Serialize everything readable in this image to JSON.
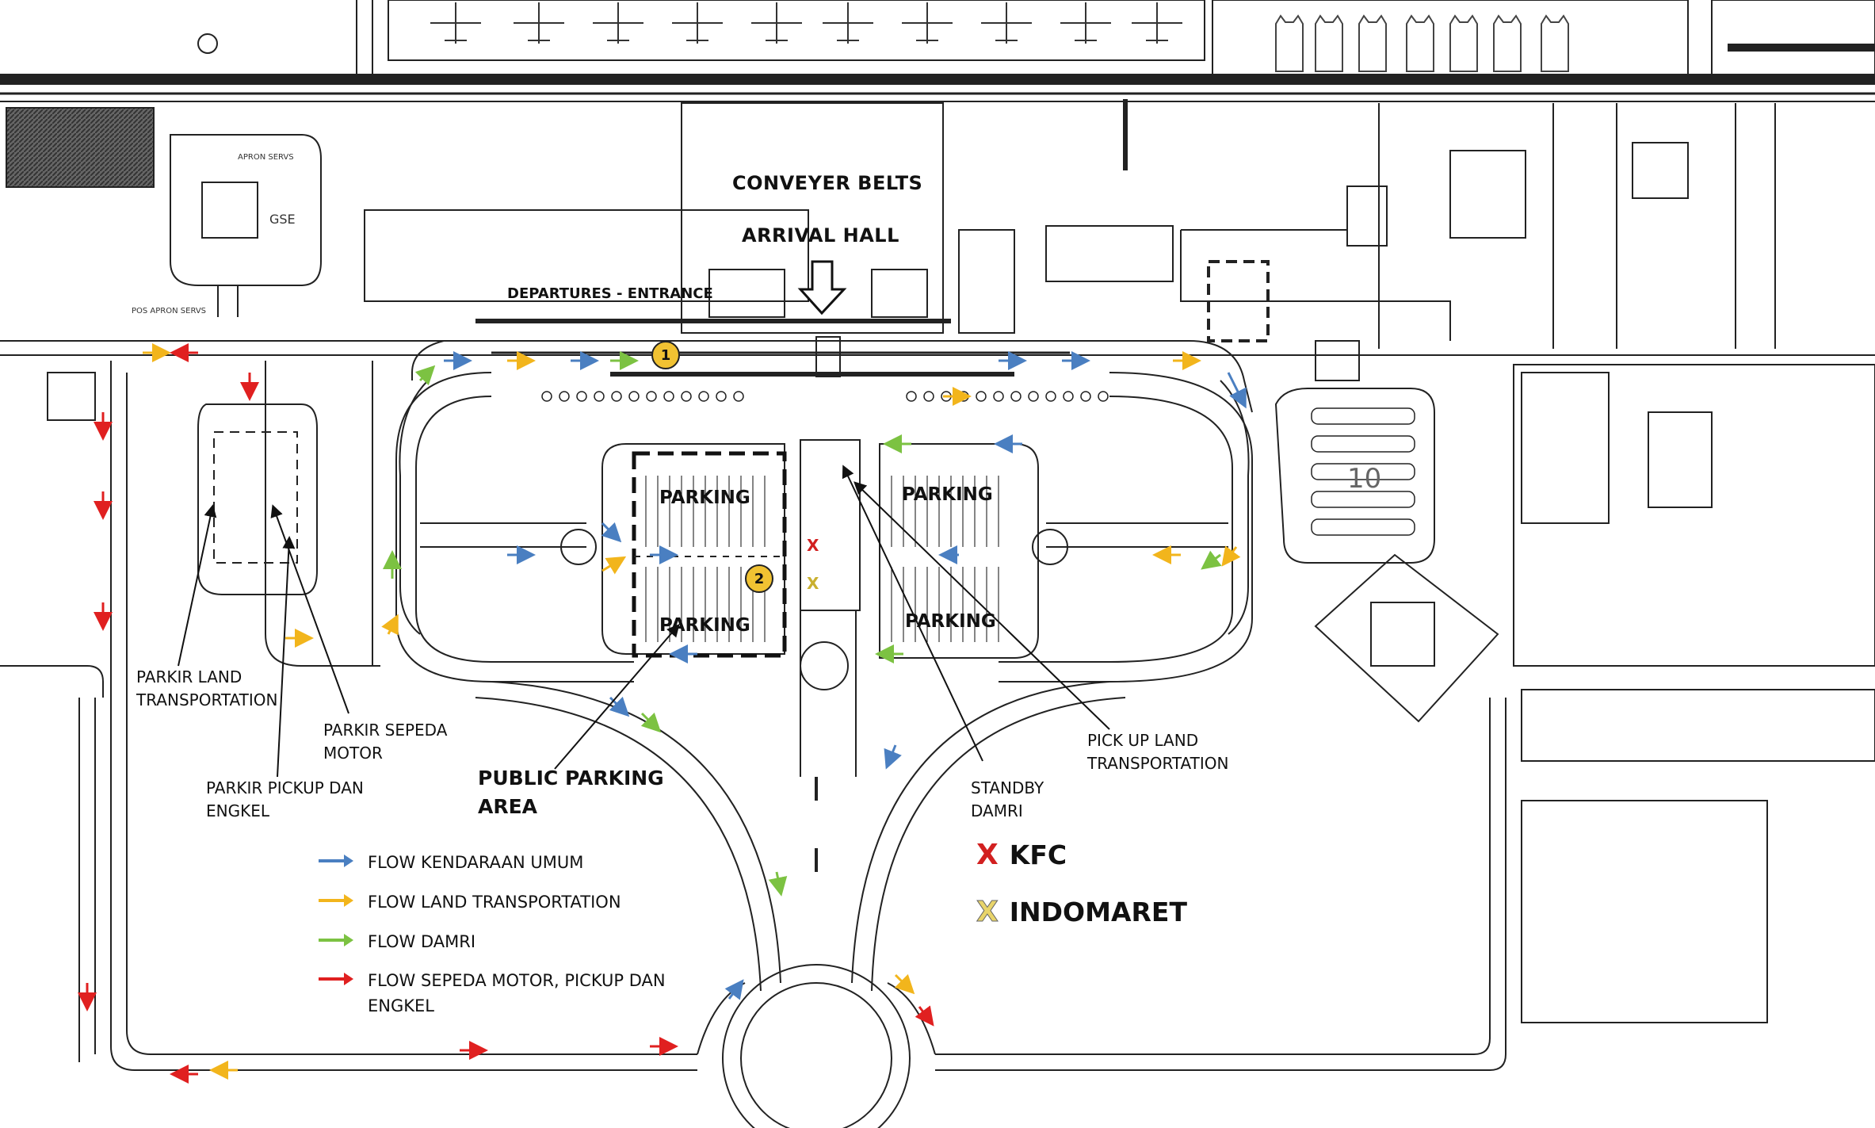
{
  "colors": {
    "flow_umum": "#4a7fc1",
    "flow_land": "#f2b51c",
    "flow_damri": "#7cc242",
    "flow_motor": "#e02020",
    "kfc_mark": "#d22020",
    "indomaret_mark": "#e8d46a",
    "badge": "#f1c232",
    "line": "#222222",
    "apron_hatch": "#555555"
  },
  "labels": {
    "conveyer_belts": "CONVEYER BELTS",
    "arrival_hall": "ARRIVAL HALL",
    "departures_entrance": "DEPARTURES - ENTRANCE",
    "parking_tl": "PARKING",
    "parking_tr": "PARKING",
    "parking_bl": "PARKING",
    "parking_br": "PARKING",
    "gse": "GSE",
    "apron_servs": "APRON SERVS",
    "pos_apron_servs": "POS APRON SERVS",
    "lot_10": "10",
    "parkir_land_transportation": "PARKIR LAND\nTRANSPORTATION",
    "parkir_sepeda_motor": "PARKIR SEPEDA\nMOTOR",
    "parkir_pickup_dan_engkel": "PARKIR PICKUP DAN\nENGKEL",
    "public_parking_area": "PUBLIC PARKING\nAREA",
    "standby_damri": "STANDBY\nDAMRI",
    "pick_up_land_transportation": "PICK UP LAND\nTRANSPORTATION"
  },
  "badges": [
    {
      "label": "1"
    },
    {
      "label": "2"
    }
  ],
  "legend": [
    {
      "text": "FLOW KENDARAAN UMUM",
      "color": "#4a7fc1"
    },
    {
      "text": "FLOW LAND TRANSPORTATION",
      "color": "#f2b51c"
    },
    {
      "text": "FLOW DAMRI",
      "color": "#7cc242"
    },
    {
      "text": "FLOW SEPEDA MOTOR, PICKUP DAN\nENGKEL",
      "color": "#e02020"
    }
  ],
  "poi": [
    {
      "mark": "X",
      "text": "KFC",
      "color": "#d22020"
    },
    {
      "mark": "X",
      "text": "INDOMARET",
      "color": "#e8d46a"
    }
  ]
}
